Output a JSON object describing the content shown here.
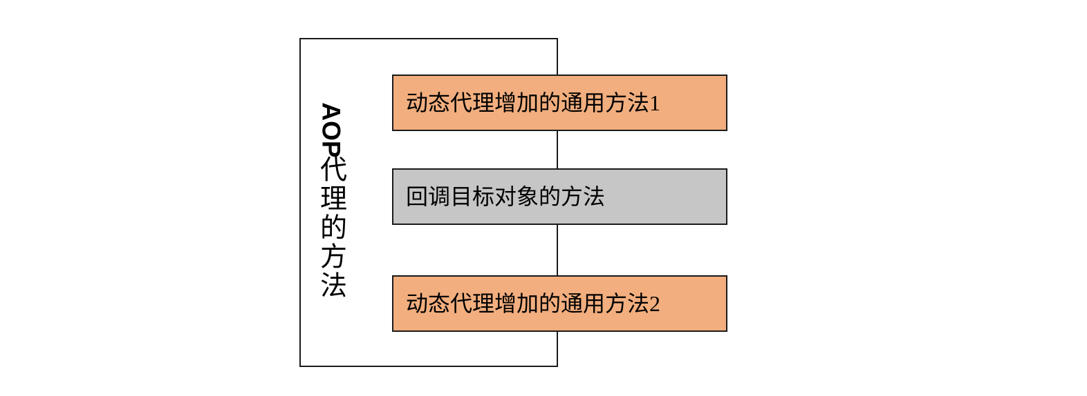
{
  "diagram": {
    "title_label": "AOP 代理的方法",
    "group_label_latin": "AOP",
    "group_label_cjk": "代理的方法",
    "colors": {
      "accent_orange": "#f2ae7e",
      "neutral_gray": "#c6c6c6",
      "stroke": "#1a1a1a",
      "background": "#ffffff",
      "text": "#000000"
    },
    "boxes": [
      {
        "label": "动态代理增加的通用方法1",
        "fill": "#f2ae7e",
        "kind": "advice-before"
      },
      {
        "label": "回调目标对象的方法",
        "fill": "#c6c6c6",
        "kind": "target-invoke"
      },
      {
        "label": "动态代理增加的通用方法2",
        "fill": "#f2ae7e",
        "kind": "advice-after"
      }
    ]
  }
}
